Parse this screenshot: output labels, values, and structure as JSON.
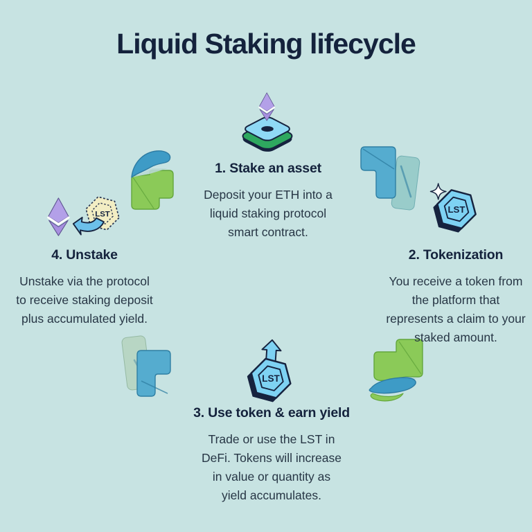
{
  "title": "Liquid Staking lifecycle",
  "token_label": "LST",
  "colors": {
    "background": "#c7e3e2",
    "heading": "#14223c",
    "body": "#273645",
    "navy": "#16233f",
    "token_blue": "#7ed2f3",
    "eth_purple": "#a78fdf",
    "eth_purple_light": "#b3a0e8",
    "platform_blue": "#8fd9f5",
    "platform_green": "#2ea85f",
    "ribbon_blue": "#55accf",
    "ribbon_green": "#8bca58",
    "ribbon_teal_flap": "#8fc8c5",
    "ribbon_pale_flap": "#b7d5c0",
    "unstake_hex_yellow": "#f2edc3",
    "return_arrow_blue": "#6cc0ea",
    "sparkle_white": "#ffffff"
  },
  "steps": [
    {
      "heading": "1. Stake an asset",
      "description": "Deposit your ETH into a\nliquid staking protocol\nsmart contract.",
      "icon": "eth-stake-platform-icon"
    },
    {
      "heading": "2. Tokenization",
      "description": "You receive a token from\nthe platform that\nrepresents a claim to your\nstaked amount.",
      "icon": "lst-token-sparkle-icon"
    },
    {
      "heading": "3. Use token & earn yield",
      "description": "Trade or use the LST in\nDeFi. Tokens will increase\nin value or quantity as\nyield accumulates.",
      "icon": "lst-token-up-arrow-icon"
    },
    {
      "heading": "4. Unstake",
      "description": "Unstake via the protocol\nto receive staking deposit\nplus accumulated yield.",
      "icon": "eth-unstake-return-icon"
    }
  ]
}
